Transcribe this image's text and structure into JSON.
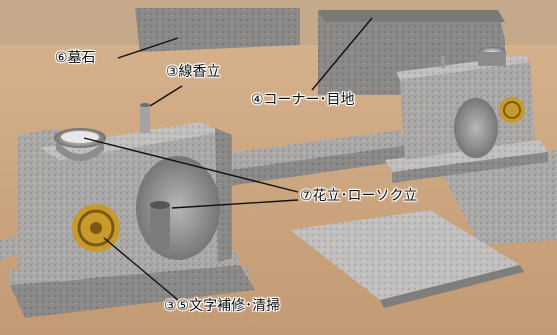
{
  "annotations": {
    "tombstone": "⑥墓石",
    "incense_holder": "③線香立",
    "corner_joints": "④コーナー･目地",
    "flower_candle_stand": "⑦花立･ローソク立",
    "lettering_cleaning": "③⑤文字補修･清掃"
  },
  "colors": {
    "ground": "#c9a27a",
    "granite": "#a7a6a5",
    "leader_line": "#111111",
    "crest_gold": "#c89a2c"
  }
}
